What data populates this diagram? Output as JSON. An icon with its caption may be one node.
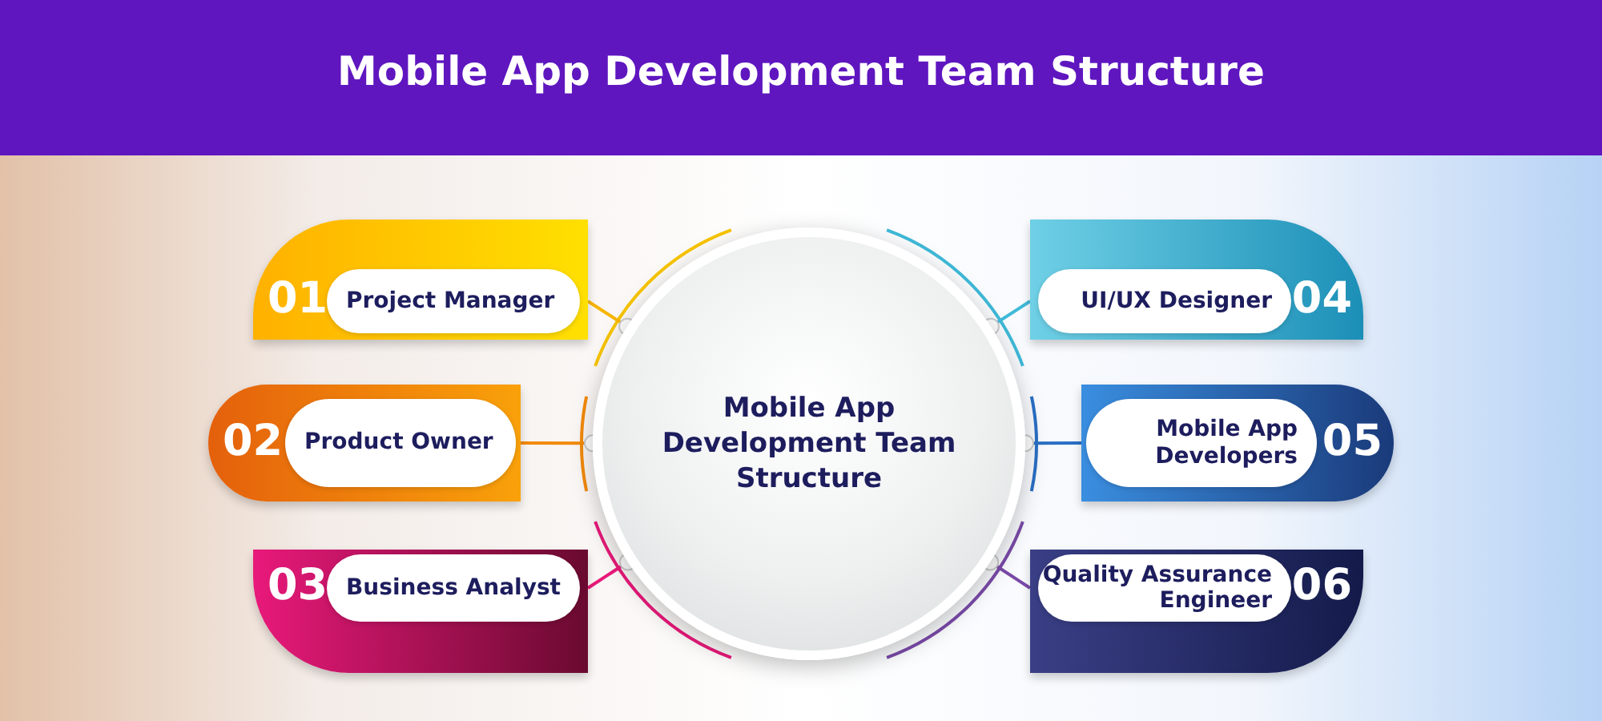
{
  "diagram": {
    "title": "Mobile App Development Team Structure",
    "nodes": [
      {
        "text": [
          "Mobile App Development Team Structure"
        ]
      },
      {
        "text": [
          "01",
          "Project Manager"
        ]
      },
      {
        "text": [
          "02",
          "Product Owner"
        ]
      },
      {
        "text": [
          "03",
          "Business Analyst"
        ]
      },
      {
        "text": [
          "UI/UX Designer",
          "04"
        ]
      },
      {
        "text": [
          "Mobile App Developers",
          "05"
        ]
      },
      {
        "text": [
          "Quality Assurance Engineer",
          "06"
        ]
      }
    ],
    "edges": [
      {
        "from": 0,
        "to": 1,
        "arrow": "none",
        "color": "#f7b500"
      },
      {
        "from": 0,
        "to": 2,
        "arrow": "none",
        "color": "#f28a0c"
      },
      {
        "from": 0,
        "to": 3,
        "arrow": "none",
        "color": "#e8197a"
      },
      {
        "from": 0,
        "to": 4,
        "arrow": "none",
        "color": "#3fb9d8"
      },
      {
        "from": 0,
        "to": 5,
        "arrow": "none",
        "color": "#2a6fc4"
      },
      {
        "from": 0,
        "to": 6,
        "arrow": "none",
        "color": "#7a4aa8"
      }
    ]
  }
}
